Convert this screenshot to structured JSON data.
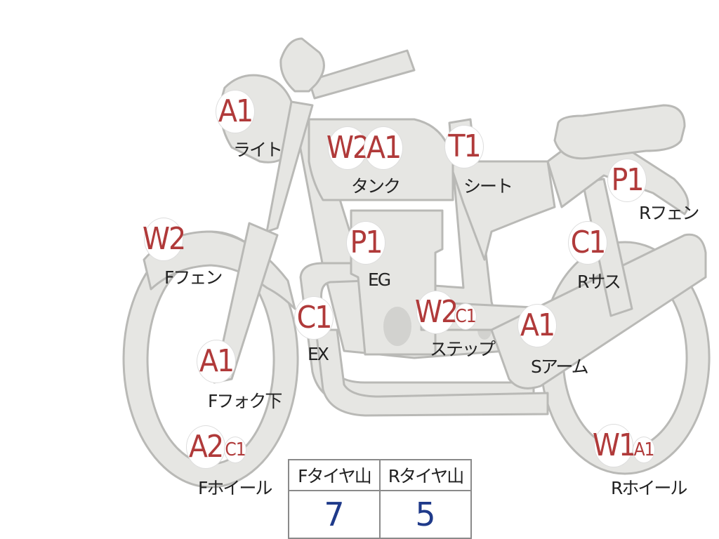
{
  "tags": {
    "light": [
      "A1"
    ],
    "tank": [
      "W2",
      "A1"
    ],
    "seat": [
      "T1"
    ],
    "front_fender": [
      "W2"
    ],
    "rear_fender": [
      "P1"
    ],
    "engine": [
      "P1"
    ],
    "rear_suspension": [
      "C1"
    ],
    "exhaust": [
      "C1"
    ],
    "step": [
      "W2",
      "C1"
    ],
    "swing_arm": [
      "A1"
    ],
    "front_fork_lower": [
      "A1"
    ],
    "front_wheel": [
      "A2",
      "C1"
    ],
    "rear_wheel": [
      "W1",
      "A1"
    ]
  },
  "labels": {
    "light": "ライト",
    "tank": "タンク",
    "seat": "シート",
    "front_fender": "Fフェン",
    "rear_fender": "Rフェン",
    "engine": "EG",
    "rear_suspension": "Rサス",
    "exhaust": "EX",
    "step": "ステップ",
    "swing_arm": "Sアーム",
    "front_fork_lower": "Fフォク下",
    "front_wheel": "Fホイール",
    "rear_wheel": "Rホイール"
  },
  "tread_table": {
    "front_header": "Fタイヤ山",
    "rear_header": "Rタイヤ山",
    "front_value": "7",
    "rear_value": "5"
  },
  "colors": {
    "body_fill": "#e6e6e3",
    "outline": "#b9b9b6",
    "tag_text": "#b03a3a",
    "value_text": "#1f3a8a"
  }
}
